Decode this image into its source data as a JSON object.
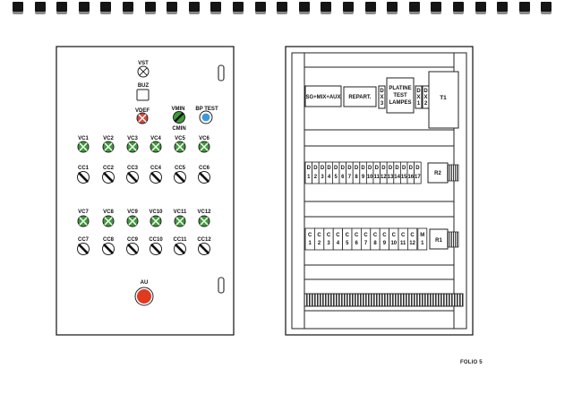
{
  "folio": "FOLIO 5",
  "front_panel": {
    "top": [
      {
        "label": "VST",
        "kind": "cross-lamp"
      },
      {
        "label": "BUZ",
        "kind": "square"
      }
    ],
    "row3": [
      {
        "label": "VDEF",
        "color": "#d9453a",
        "kind": "cross-lamp"
      },
      {
        "label": "VMIN",
        "sublabel": "CMIN",
        "color": "#3f9a3a",
        "kind": "selector"
      },
      {
        "label": "BP TEST",
        "color": "#3a9ad9",
        "kind": "pushbutton"
      }
    ],
    "lamps_row1": [
      "VC1",
      "VC2",
      "VC3",
      "VC4",
      "VC5",
      "VC6"
    ],
    "switches_row1": [
      "CC1",
      "CC2",
      "CC3",
      "CC4",
      "CC5",
      "CC6"
    ],
    "lamps_row2": [
      "VC7",
      "VC8",
      "VC9",
      "VC10",
      "VC11",
      "VC12"
    ],
    "switches_row2": [
      "CC7",
      "CC8",
      "CC9",
      "CC10",
      "CC11",
      "CC12"
    ],
    "lamp_color": "#3f9a3a",
    "emergency": {
      "label": "AU",
      "color": "#e03a22"
    }
  },
  "internal_panel": {
    "top_row": [
      {
        "lines": [
          "SG+MIX+AUX"
        ]
      },
      {
        "lines": [
          "REPART."
        ]
      },
      {
        "lines": [
          "D",
          "X",
          "3"
        ]
      },
      {
        "lines": [
          "PLATINE",
          "TEST",
          "LAMPES"
        ]
      },
      {
        "lines": [
          "D",
          "X",
          "1"
        ]
      },
      {
        "lines": [
          "D",
          "X",
          "2"
        ]
      },
      {
        "lines": [
          "T1"
        ]
      }
    ],
    "d_terminals": [
      {
        "letter": "D",
        "number": "1"
      },
      {
        "letter": "D",
        "number": "2"
      },
      {
        "letter": "D",
        "number": "3"
      },
      {
        "letter": "D",
        "number": "4"
      },
      {
        "letter": "D",
        "number": "5"
      },
      {
        "letter": "D",
        "number": "6"
      },
      {
        "letter": "D",
        "number": "7"
      },
      {
        "letter": "D",
        "number": "8"
      },
      {
        "letter": "D",
        "number": "9"
      },
      {
        "letter": "D",
        "number": "10"
      },
      {
        "letter": "D",
        "number": "11"
      },
      {
        "letter": "D",
        "number": "12"
      },
      {
        "letter": "D",
        "number": "13"
      },
      {
        "letter": "D",
        "number": "14"
      },
      {
        "letter": "D",
        "number": "15"
      },
      {
        "letter": "D",
        "number": "16"
      },
      {
        "letter": "D",
        "number": "17"
      }
    ],
    "r2_label": "R2",
    "c_terminals": [
      {
        "letter": "C",
        "number": "1"
      },
      {
        "letter": "C",
        "number": "2"
      },
      {
        "letter": "C",
        "number": "3"
      },
      {
        "letter": "C",
        "number": "4"
      },
      {
        "letter": "C",
        "number": "5"
      },
      {
        "letter": "C",
        "number": "6"
      },
      {
        "letter": "C",
        "number": "7"
      },
      {
        "letter": "C",
        "number": "8"
      },
      {
        "letter": "C",
        "number": "9"
      },
      {
        "letter": "C",
        "number": "10"
      },
      {
        "letter": "C",
        "number": "11"
      },
      {
        "letter": "C",
        "number": "12"
      }
    ],
    "c_extra": {
      "letter": "M",
      "number": "1"
    },
    "r1_label": "R1"
  }
}
